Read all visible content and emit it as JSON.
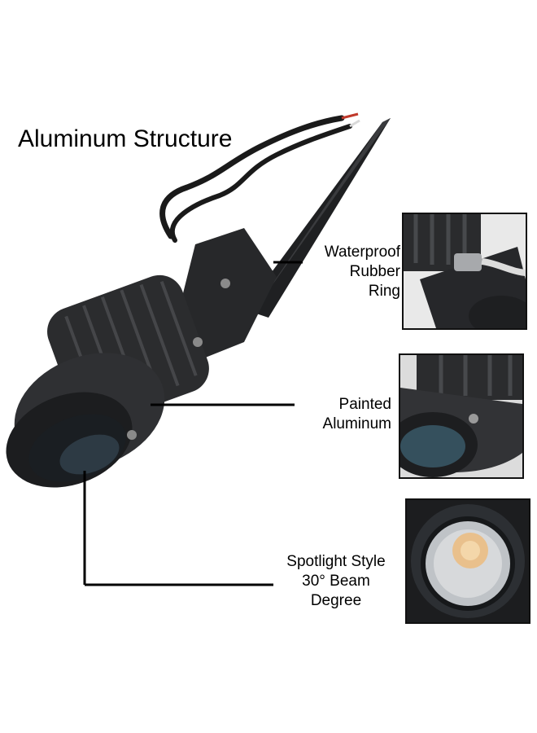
{
  "title": "Aluminum Structure",
  "callouts": {
    "waterproof": [
      "Waterproof",
      "Rubber",
      "Ring"
    ],
    "painted": [
      "Painted",
      "Aluminum"
    ],
    "spotlight": [
      "Spotlight Style",
      "30° Beam",
      "Degree"
    ]
  },
  "colors": {
    "lamp_body": "#2b2c2e",
    "lamp_highlight": "#4a4c50",
    "led_glow": "#e9c08c",
    "background": "#ffffff"
  }
}
